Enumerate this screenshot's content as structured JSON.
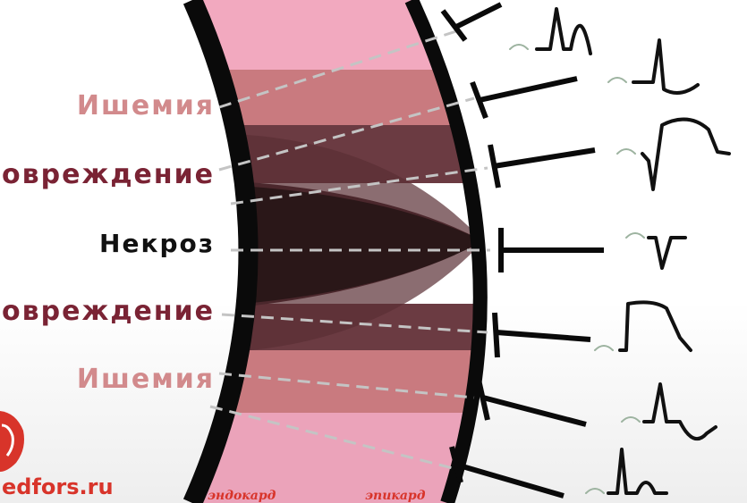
{
  "zones": [
    {
      "label": "Ишемия",
      "color": "#d28a8c"
    },
    {
      "label": "Повреждение",
      "color": "#7a2334"
    },
    {
      "label": "Некроз",
      "color": "#111111"
    },
    {
      "label": "Повреждение",
      "color": "#7a2334"
    },
    {
      "label": "Ишемия",
      "color": "#d28a8c"
    }
  ],
  "layers": {
    "endocardium": "эндокард",
    "epicardium": "эпикард"
  },
  "logo": {
    "text": "edfors.ru",
    "color": "#d8342a"
  },
  "colors": {
    "healthy": "#f2a9bf",
    "ischemia": "#c97a7f",
    "injury": "#6b3b42",
    "necrosis": "#2a1718",
    "wall": "#0a0a0a"
  }
}
